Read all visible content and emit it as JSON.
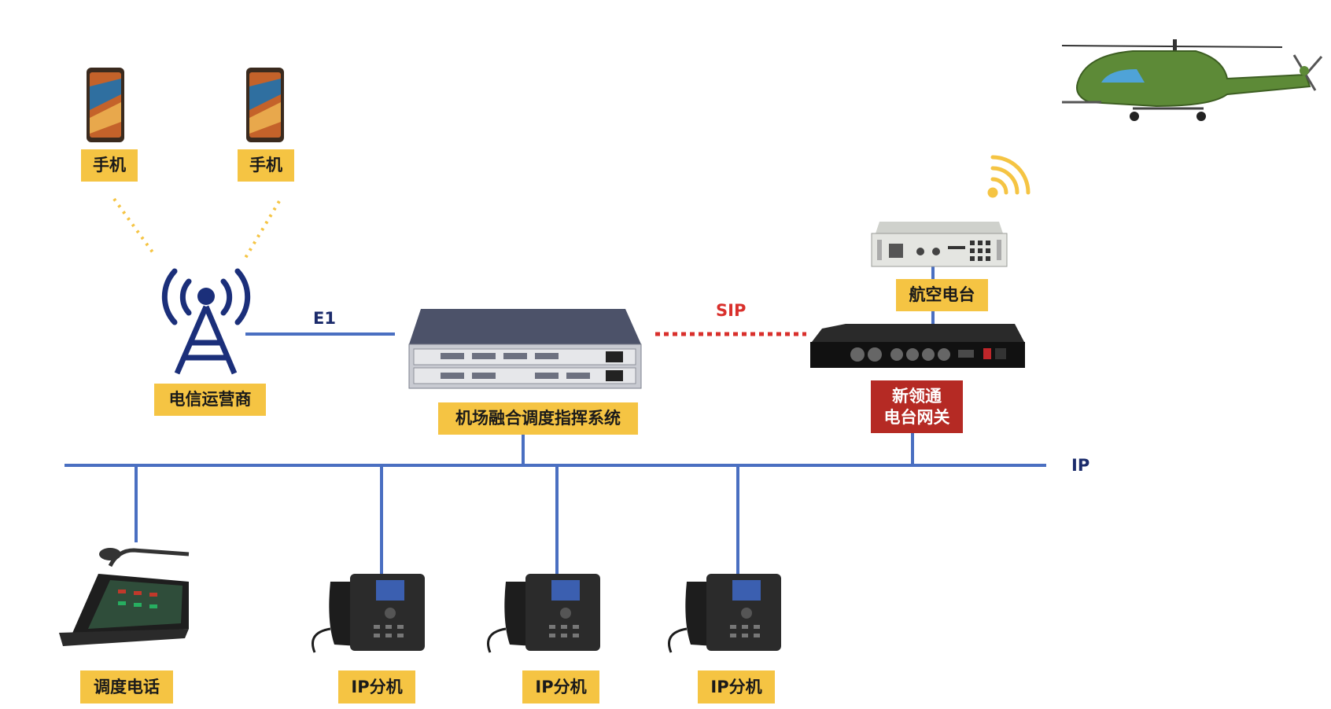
{
  "labels": {
    "phone_left": "手机",
    "phone_right": "手机",
    "carrier": "电信运营商",
    "dispatch_system": "机场融合调度指挥系统",
    "aviation_radio": "航空电台",
    "gateway_line1": "新领通",
    "gateway_line2": "电台网关",
    "dispatch_phone": "调度电话",
    "ip_ext_1": "IP分机",
    "ip_ext_2": "IP分机",
    "ip_ext_3": "IP分机"
  },
  "links": {
    "e1": "E1",
    "sip": "SIP",
    "ip": "IP"
  },
  "colors": {
    "label_bg": "#f5c443",
    "gateway_bg": "#b52a24",
    "line_blue": "#4a6fc1",
    "sip_red": "#d9302c",
    "text_navy": "#1b2b6b",
    "wifi": "#f5c443"
  },
  "icons": [
    "smartphone-icon",
    "cell-tower-icon",
    "rack-server-icon",
    "radio-transceiver-icon",
    "radio-gateway-icon",
    "helicopter-icon",
    "wifi-signal-icon",
    "dispatch-console-icon",
    "ip-phone-icon"
  ]
}
